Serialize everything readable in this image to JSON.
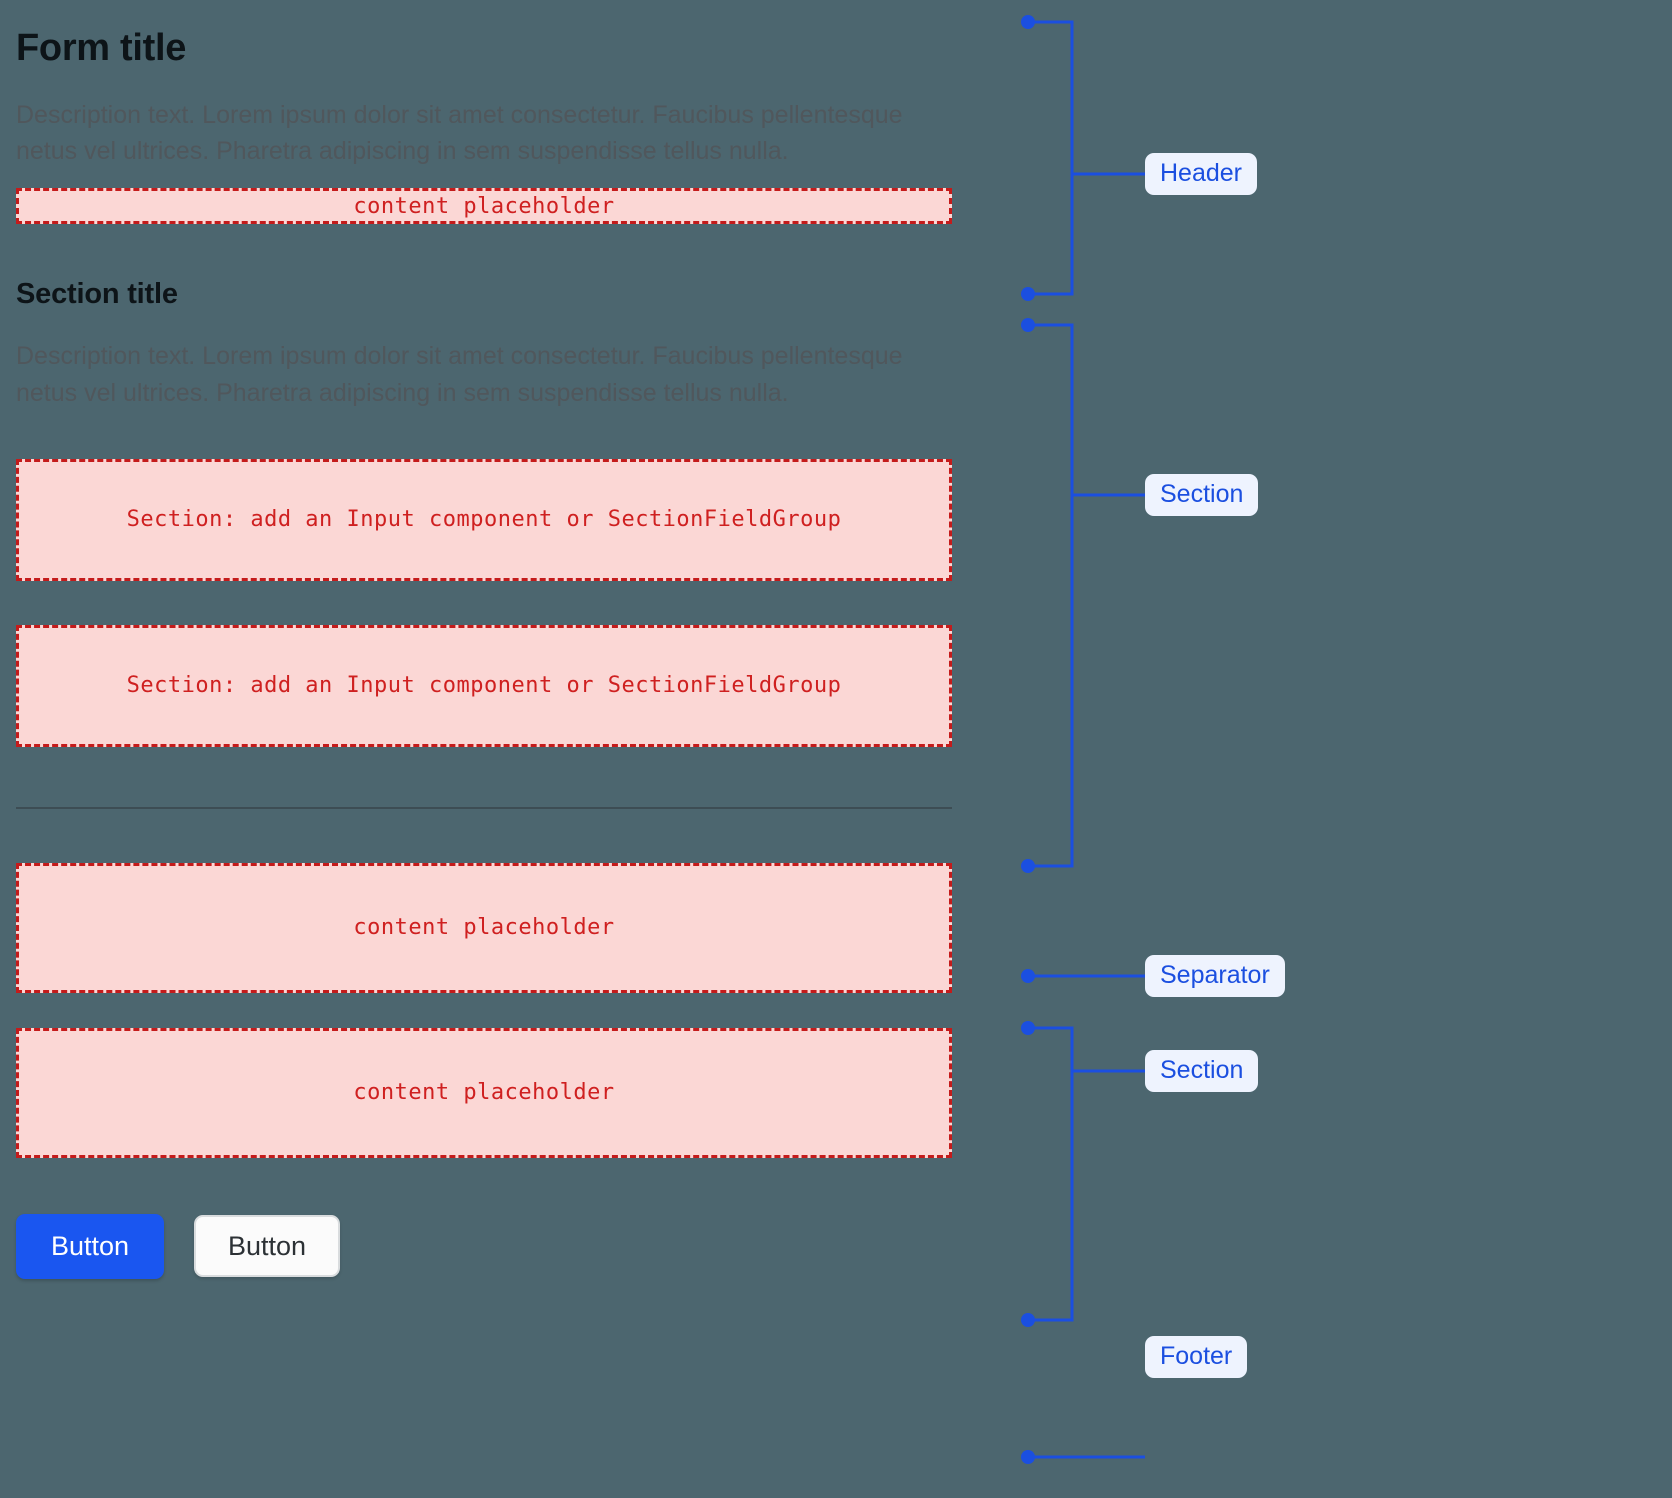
{
  "page": {
    "background_color": "#4c666f",
    "accent_blue": "#1b4fe0",
    "placeholder_red": "#cf2020",
    "placeholder_fill": "#fbd7d5",
    "text_dark": "#0d1418",
    "text_muted": "#50575c"
  },
  "header": {
    "title": "Form title",
    "description": "Description text. Lorem ipsum dolor sit amet consectetur. Faucibus pellentesque netus vel ultrices. Pharetra adipiscing in sem suspendisse tellus nulla.",
    "placeholder": "content placeholder"
  },
  "section": {
    "title": "Section title",
    "description": "Description text. Lorem ipsum dolor sit amet consectetur. Faucibus pellentesque netus vel ultrices. Pharetra adipiscing in sem suspendisse tellus nulla.",
    "field_placeholder_1": "Section: add an Input component or SectionFieldGroup",
    "field_placeholder_2": "Section: add an Input component or SectionFieldGroup"
  },
  "section2": {
    "placeholder_1": "content placeholder",
    "placeholder_2": "content placeholder"
  },
  "footer": {
    "primary_button": "Button",
    "secondary_button": "Button"
  },
  "annotations": {
    "header": "Header",
    "section_top": "Section",
    "separator": "Separator",
    "section_bottom": "Section",
    "footer": "Footer"
  }
}
